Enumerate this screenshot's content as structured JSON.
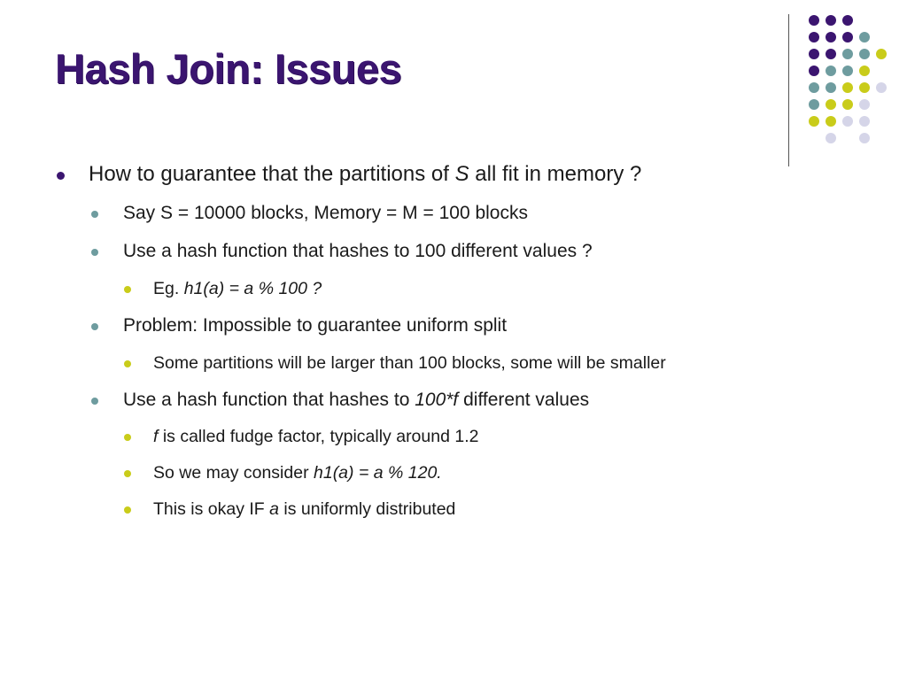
{
  "slide": {
    "title": "Hash Join: Issues",
    "colors": {
      "title": "#3b1570",
      "purple": "#3b1570",
      "teal": "#6e9c9f",
      "yellow": "#c9cc1a",
      "lavender": "#d5d5e8"
    },
    "bullets": [
      {
        "level": 0,
        "parts": [
          "How to guarantee that the partitions of ",
          "S",
          " all fit in memory ?"
        ]
      },
      {
        "level": 1,
        "parts": [
          "Say S = 10000 blocks, Memory = M = 100 blocks"
        ]
      },
      {
        "level": 1,
        "parts": [
          "Use a hash function that hashes to 100 different values ?"
        ]
      },
      {
        "level": 2,
        "parts": [
          "Eg. ",
          "h1(a) = a % 100 ?"
        ]
      },
      {
        "level": 1,
        "parts": [
          "Problem: Impossible to guarantee uniform split"
        ]
      },
      {
        "level": 2,
        "parts": [
          "Some partitions will be larger than 100 blocks, some will be smaller"
        ]
      },
      {
        "level": 1,
        "parts": [
          "Use a hash function that hashes to ",
          "100*f",
          " different values"
        ]
      },
      {
        "level": 2,
        "parts": [
          "f",
          " is called fudge factor, typically around 1.2"
        ]
      },
      {
        "level": 2,
        "parts": [
          "So we may consider ",
          "h1(a) = a % 120."
        ]
      },
      {
        "level": 2,
        "parts": [
          "This is okay IF ",
          "a",
          " is uniformly distributed"
        ]
      }
    ]
  }
}
